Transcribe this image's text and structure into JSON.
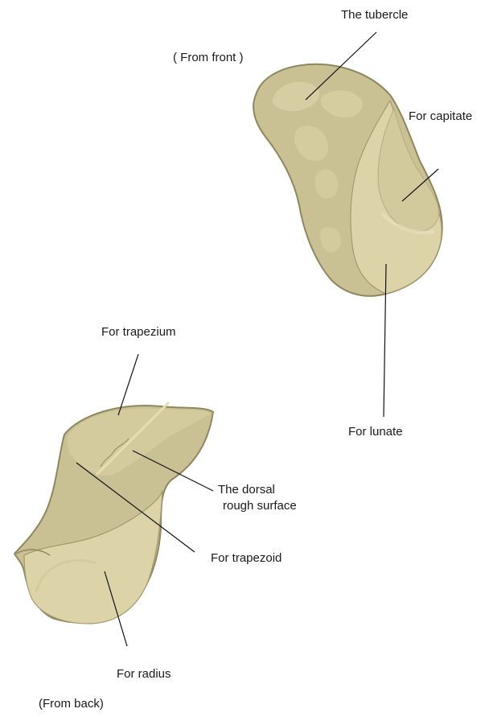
{
  "views": {
    "front": {
      "caption": "( From front )",
      "labels": {
        "tubercle": "The tubercle",
        "capitate": "For capitate",
        "lunate": "For lunate"
      }
    },
    "back": {
      "caption": "(From back)",
      "labels": {
        "trapezium": "For trapezium",
        "dorsal_line1": "The dorsal",
        "dorsal_line2": "rough surface",
        "trapezoid": "For trapezoid",
        "radius": "For radius"
      }
    }
  },
  "colors": {
    "bone_base": "#c9c093",
    "bone_light": "#ddd3a8",
    "bone_outline": "#8f8760",
    "bone_shadow": "#b5ad80",
    "leader_line": "#111111"
  }
}
